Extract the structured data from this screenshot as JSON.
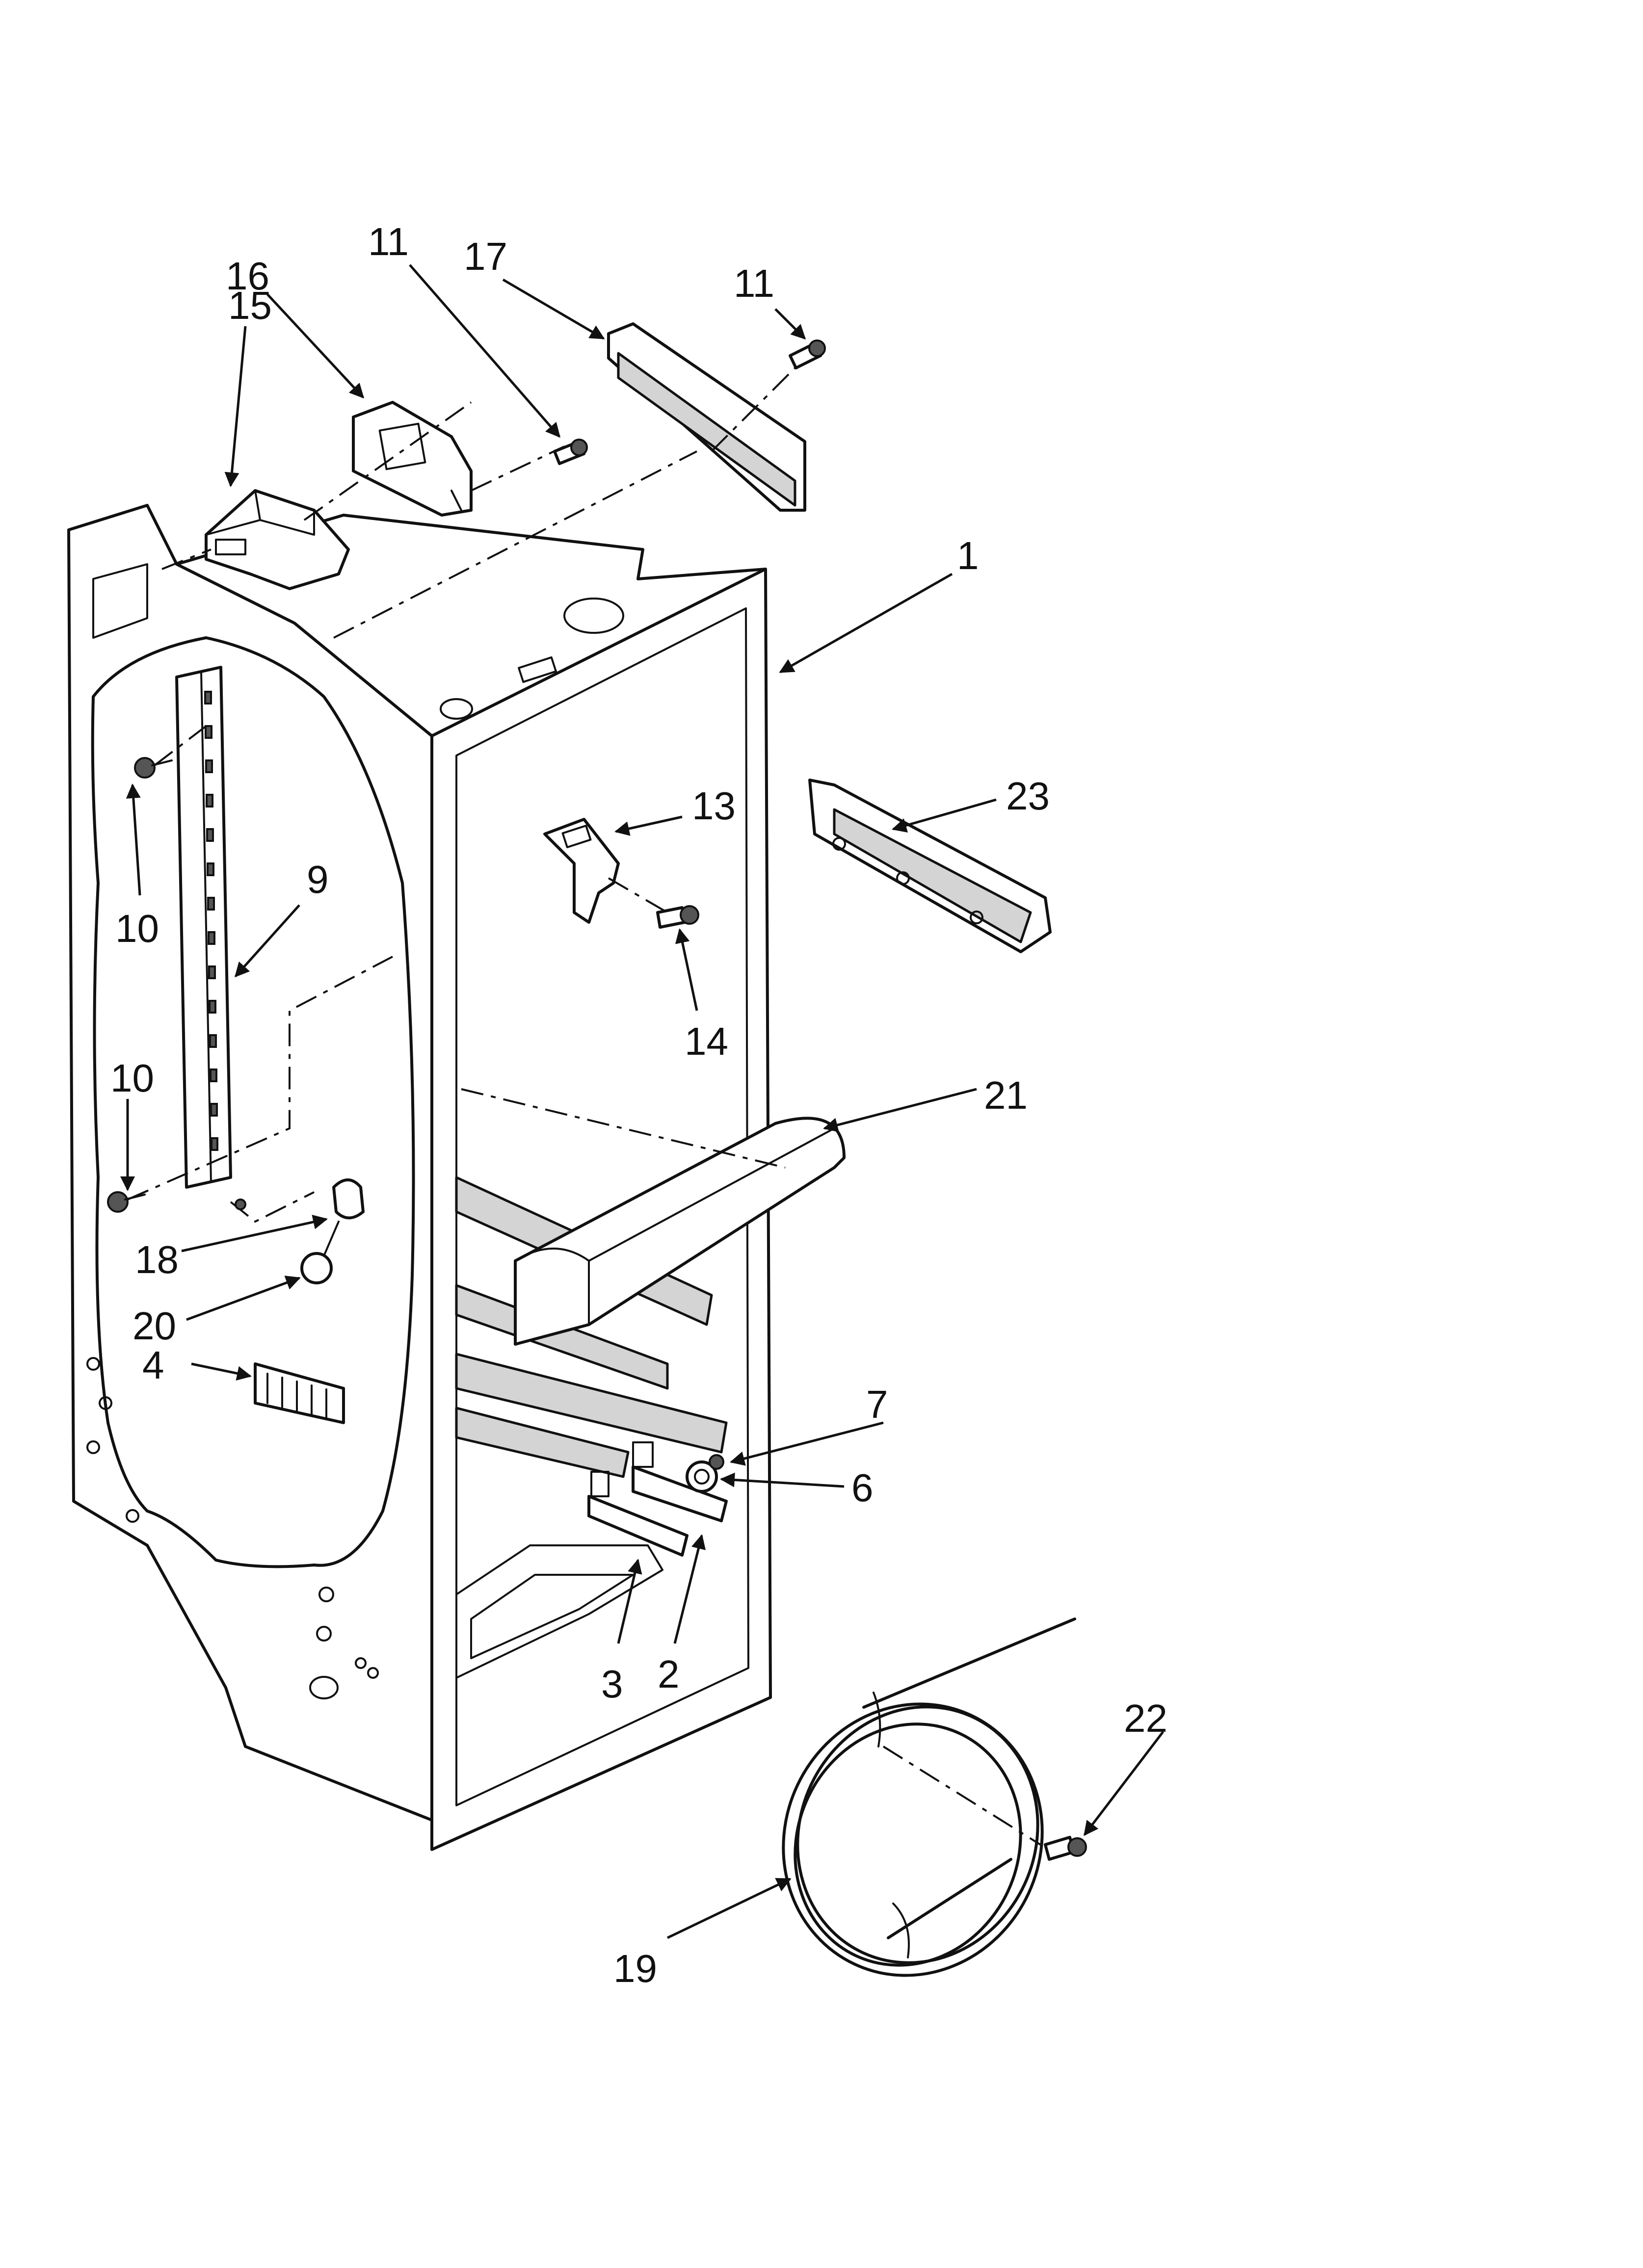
{
  "callouts": [
    {
      "id": "c1",
      "label": "1"
    },
    {
      "id": "c2",
      "label": "2"
    },
    {
      "id": "c3",
      "label": "3"
    },
    {
      "id": "c4",
      "label": "4"
    },
    {
      "id": "c6",
      "label": "6"
    },
    {
      "id": "c7",
      "label": "7"
    },
    {
      "id": "c9",
      "label": "9"
    },
    {
      "id": "c10a",
      "label": "10"
    },
    {
      "id": "c10b",
      "label": "10"
    },
    {
      "id": "c11a",
      "label": "11"
    },
    {
      "id": "c11b",
      "label": "11"
    },
    {
      "id": "c13",
      "label": "13"
    },
    {
      "id": "c14",
      "label": "14"
    },
    {
      "id": "c15",
      "label": "15"
    },
    {
      "id": "c16",
      "label": "16"
    },
    {
      "id": "c17",
      "label": "17"
    },
    {
      "id": "c18",
      "label": "18"
    },
    {
      "id": "c19",
      "label": "19"
    },
    {
      "id": "c20",
      "label": "20"
    },
    {
      "id": "c21",
      "label": "21"
    },
    {
      "id": "c22",
      "label": "22"
    },
    {
      "id": "c23",
      "label": "23"
    }
  ]
}
